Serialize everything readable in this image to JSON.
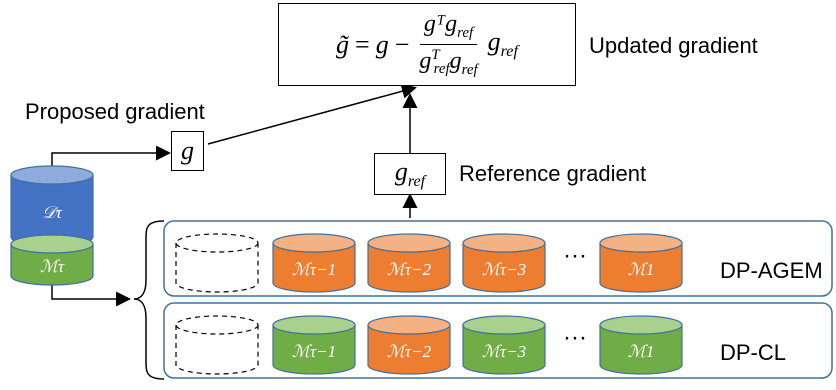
{
  "formula": {
    "lhs": "g̃",
    "eq": "=",
    "g": "g",
    "minus": "−",
    "num": "gᵀg",
    "num_sub": "ref",
    "den_a": "g",
    "den_a_sup": "T",
    "den_a_sub": "ref",
    "den_b": "g",
    "den_b_sub": "ref",
    "tail": "g",
    "tail_sub": "ref"
  },
  "labels": {
    "updated": "Updated gradient",
    "proposed": "Proposed gradient",
    "reference": "Reference gradient",
    "dp_agem": "DP-AGEM",
    "dp_cl": "DP-CL",
    "ellipsis1": "···",
    "ellipsis2": "···"
  },
  "boxes": {
    "g": "g",
    "gref": "g",
    "gref_sub": "ref"
  },
  "cylinders": {
    "data": "𝒟τ",
    "memory": "ℳτ",
    "row1": [
      "ℳτ−1",
      "ℳτ−2",
      "ℳτ−3",
      "ℳ1"
    ],
    "row2": [
      "ℳτ−1",
      "ℳτ−2",
      "ℳτ−3",
      "ℳ1"
    ]
  },
  "colors": {
    "orange": "#ED7D31",
    "orange_top": "#F4B183",
    "green": "#70AD47",
    "green_top": "#A9D18E",
    "blue": "#4472C4",
    "blue_top": "#8FAADC",
    "frame": "#41719C"
  }
}
